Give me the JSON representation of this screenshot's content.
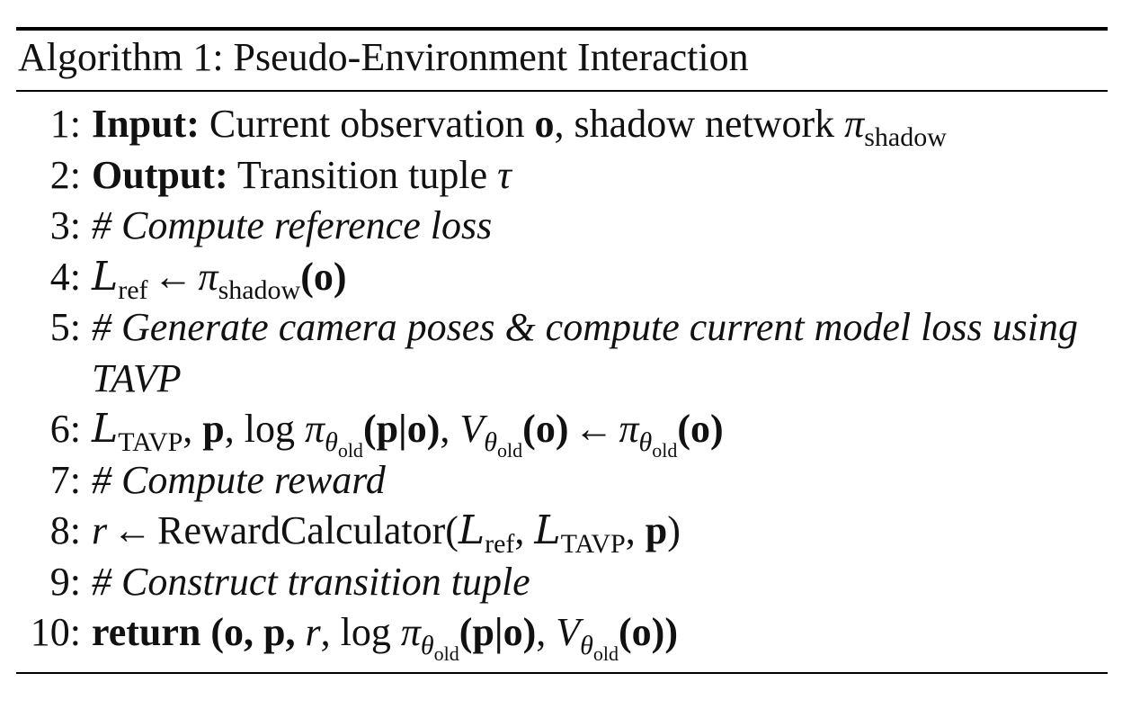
{
  "caption": "Algorithm 1: Pseudo-Environment Interaction",
  "lines": [
    {
      "num": "1:",
      "label": "Input:",
      "text": "Current observation",
      "o": "o",
      "sep": ", shadow network",
      "pi": "π",
      "sub": "shadow"
    },
    {
      "num": "2:",
      "label": "Output:",
      "text": "Transition tuple",
      "tau": "τ"
    },
    {
      "num": "3:",
      "comment": "# Compute reference loss"
    },
    {
      "num": "4:",
      "L": "L",
      "Lsub": "ref",
      "arrow": "←",
      "pi": "π",
      "pisub": "shadow",
      "arg": "(o)"
    },
    {
      "num": "5:",
      "comment": "# Generate camera poses & compute current model loss using TAVP"
    },
    {
      "num": "6:",
      "L": "L",
      "Lsub": "TAVP",
      "p": "p",
      "log": "log",
      "pi": "π",
      "theta": "θ",
      "old": "old",
      "cond": "(p|o)",
      "V": "V",
      "Varg": "(o)",
      "arrow": "←",
      "rhs": "(o)"
    },
    {
      "num": "7:",
      "comment": "# Compute reward"
    },
    {
      "num": "8:",
      "r": "r",
      "arrow": "←",
      "fn": "RewardCalculator",
      "Lref": "ref",
      "LTAVP": "TAVP",
      "p": "p"
    },
    {
      "num": "9:",
      "comment": "# Construct transition tuple"
    },
    {
      "num": "10:",
      "label": "return",
      "open": "(o, p,",
      "r": "r",
      "log": "log",
      "pi": "π",
      "theta": "θ",
      "old": "old",
      "cond": "(p|o)",
      "V": "V",
      "close": "(o))"
    }
  ]
}
